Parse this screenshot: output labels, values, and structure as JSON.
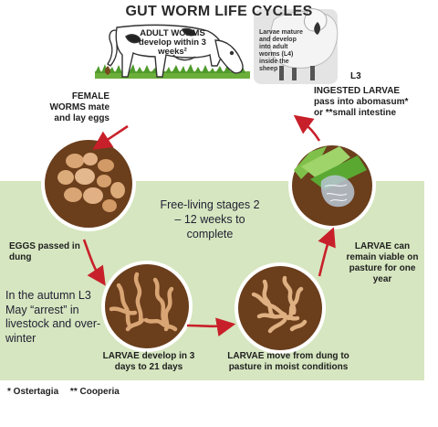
{
  "title": "GUT WORM LIFE CYCLES",
  "cow_text": "ADULT WORMS develop within 3 weeks²",
  "sheep_text": "Larvae mature and develop into adult worms (L4) inside the sheep",
  "l3_label": "L3",
  "ingested_label": "INGESTED LARVAE pass into abomasum* or **small intestine",
  "female_label": "FEMALE WORMS mate and lay eggs",
  "eggs_label": "EGGS passed in dung",
  "free_living": "Free-living stages 2 – 12 weeks to complete",
  "autumn_text": "In the autumn L3 May “arrest” in livestock and over-winter",
  "larvae_develop": "LARVAE develop in 3 days to 21 days",
  "larvae_move": "LARVAE move from dung to pasture in moist conditions",
  "larvae_remain": "LARVAE can remain viable on pasture for one year",
  "footnotes": [
    "* Ostertagia",
    "** Cooperia"
  ],
  "colors": {
    "arrow": "#c8202a",
    "panel": "#d6e6c0",
    "dung": "#6b3e1c",
    "egg": "#d9a574"
  }
}
